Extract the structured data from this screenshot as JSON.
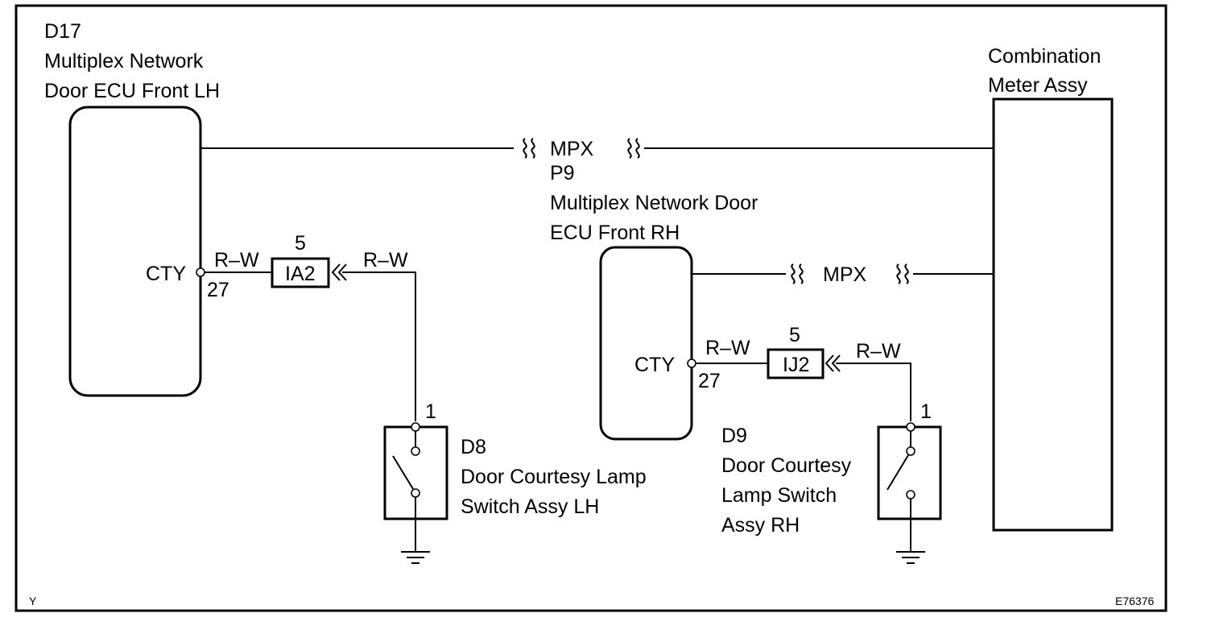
{
  "frame": {
    "corner_left": "Y",
    "figure_id": "E76376"
  },
  "ecu_lh": {
    "code": "D17",
    "name_line1": "Multiplex Network",
    "name_line2": "Door ECU Front LH",
    "pin_name": "CTY",
    "pin_number": "27"
  },
  "ecu_rh": {
    "code": "P9",
    "name_line1": "Multiplex Network Door",
    "name_line2": "ECU Front RH",
    "pin_name": "CTY",
    "pin_number": "27"
  },
  "meter": {
    "name_line1": "Combination",
    "name_line2": "Meter Assy"
  },
  "bus": {
    "upper_label": "MPX",
    "lower_label": "MPX"
  },
  "connector_lh": {
    "code": "IA2",
    "pin": "5",
    "wire_left": "R–W",
    "wire_right": "R–W"
  },
  "connector_rh": {
    "code": "IJ2",
    "pin": "5",
    "wire_left": "R–W",
    "wire_right": "R–W"
  },
  "switch_lh": {
    "code": "D8",
    "pin": "1",
    "name_line1": "Door Courtesy Lamp",
    "name_line2": "Switch Assy LH"
  },
  "switch_rh": {
    "code": "D9",
    "pin": "1",
    "name_line1": "Door Courtesy",
    "name_line2": "Lamp Switch",
    "name_line3": "Assy RH"
  }
}
